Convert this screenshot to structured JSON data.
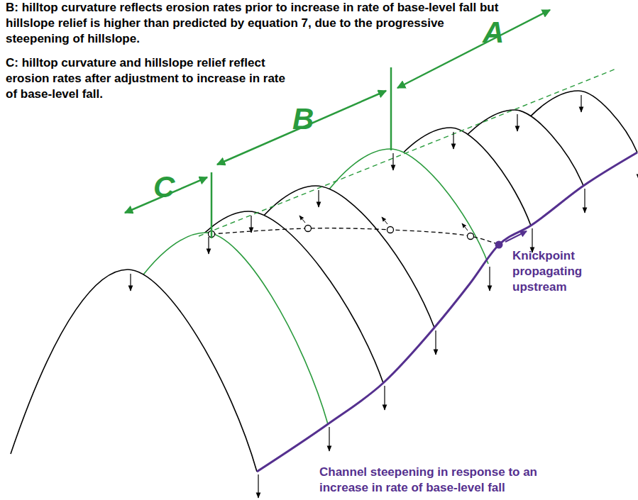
{
  "diagram": {
    "labels": [
      "B: hilltop curvature reflects erosion rates prior to increase in rate of base-level fall but hillslope relief is higher than predicted by equation 7, due to the progressive steepening of hillslope.",
      "C: hilltop curvature and hillslope relief reflect erosion rates after adjustment to increase in rate of base-level fall.",
      "A",
      "B",
      "C",
      "Knickpoint propagating upstream",
      "Channel steepening in response to an increase in rate of base-level fall"
    ]
  }
}
